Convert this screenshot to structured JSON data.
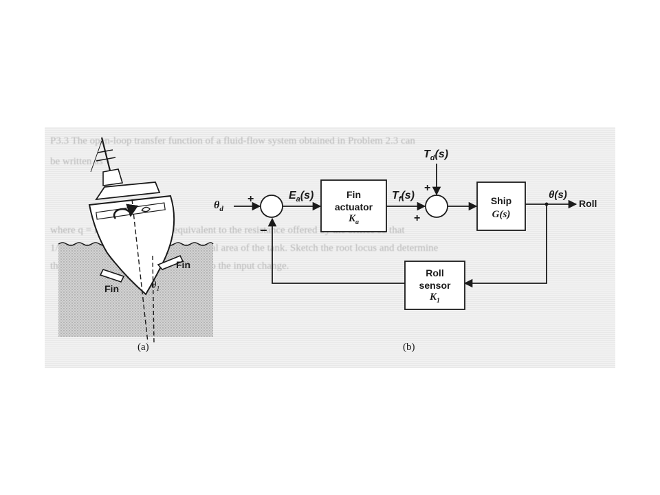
{
  "background_text": [
    "P3.3  The open-loop transfer function of a fluid-flow system obtained in Problem 2.3 can",
    "be written as",
    "where q = K2 ... is a constant equivalent to the resistance offered by the orifice so that",
    "1/R = 4Kq ... and C = the cross-sectional area of the tank. Sketch the root locus and determine",
    "the transfer function relating the head to the input change."
  ],
  "diagram": {
    "panel_a_label": "(a)",
    "panel_b_label": "(b)",
    "ship": {
      "fin_right_label": "Fin",
      "fin_left_label": "Fin",
      "theta_label": "θ",
      "theta_sub": "1"
    },
    "blocks": {
      "actuator": {
        "line1": "Fin",
        "line2": "actuator",
        "gain": "K",
        "gain_sub": "a"
      },
      "ship": {
        "line1": "Ship",
        "line2": "G(s)"
      },
      "sensor": {
        "line1": "Roll",
        "line2": "sensor",
        "gain": "K",
        "gain_sub": "1"
      }
    },
    "signals": {
      "input": "θ",
      "input_sub": "d",
      "error": "E",
      "error_sub": "a",
      "error_suffix": "(s)",
      "torque": "T",
      "torque_sub": "f",
      "torque_suffix": "(s)",
      "disturbance": "T",
      "disturbance_sub": "d",
      "disturbance_suffix": "(s)",
      "output": "θ(s)",
      "output_name": "Roll"
    },
    "signs": {
      "sum1_plus": "+",
      "sum1_minus": "−",
      "sum2_top_plus": "+",
      "sum2_bottom_plus": "+"
    }
  }
}
